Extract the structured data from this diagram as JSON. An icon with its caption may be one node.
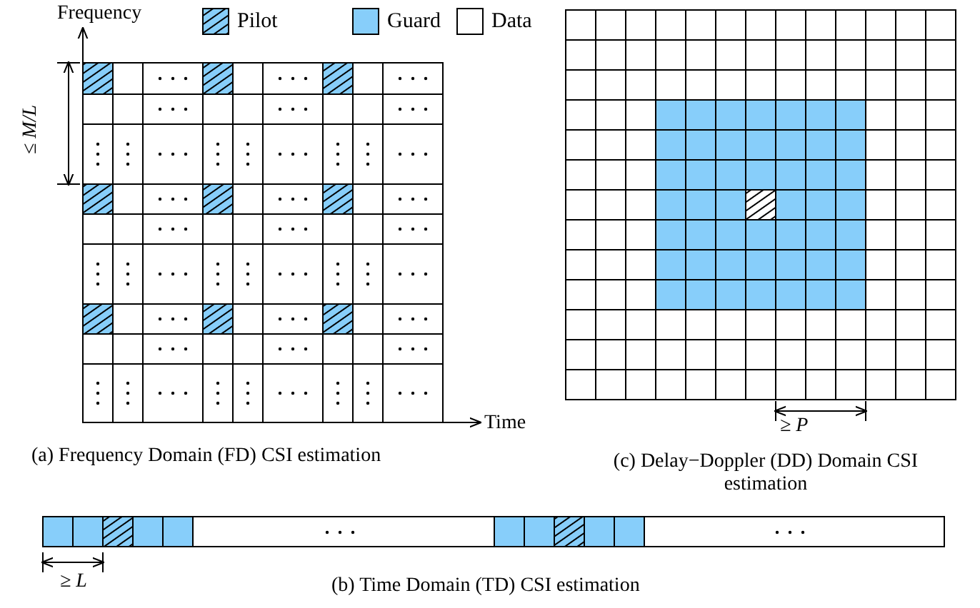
{
  "diagram": {
    "labels": [
      "Frequency",
      "Time",
      "≤ M/L",
      "(a) Frequency Domain (FD) CSI estimation",
      "≥ P",
      "(c) Delay−Doppler (DD) Domain CSI estimation",
      "≥ L",
      "(b) Time Domain (TD) CSI estimation"
    ],
    "legend": [
      {
        "text": "Pilot"
      },
      {
        "text": "Guard",
        "color": "#87cefa"
      },
      {
        "text": "Data",
        "color": "#ffffff"
      }
    ]
  }
}
